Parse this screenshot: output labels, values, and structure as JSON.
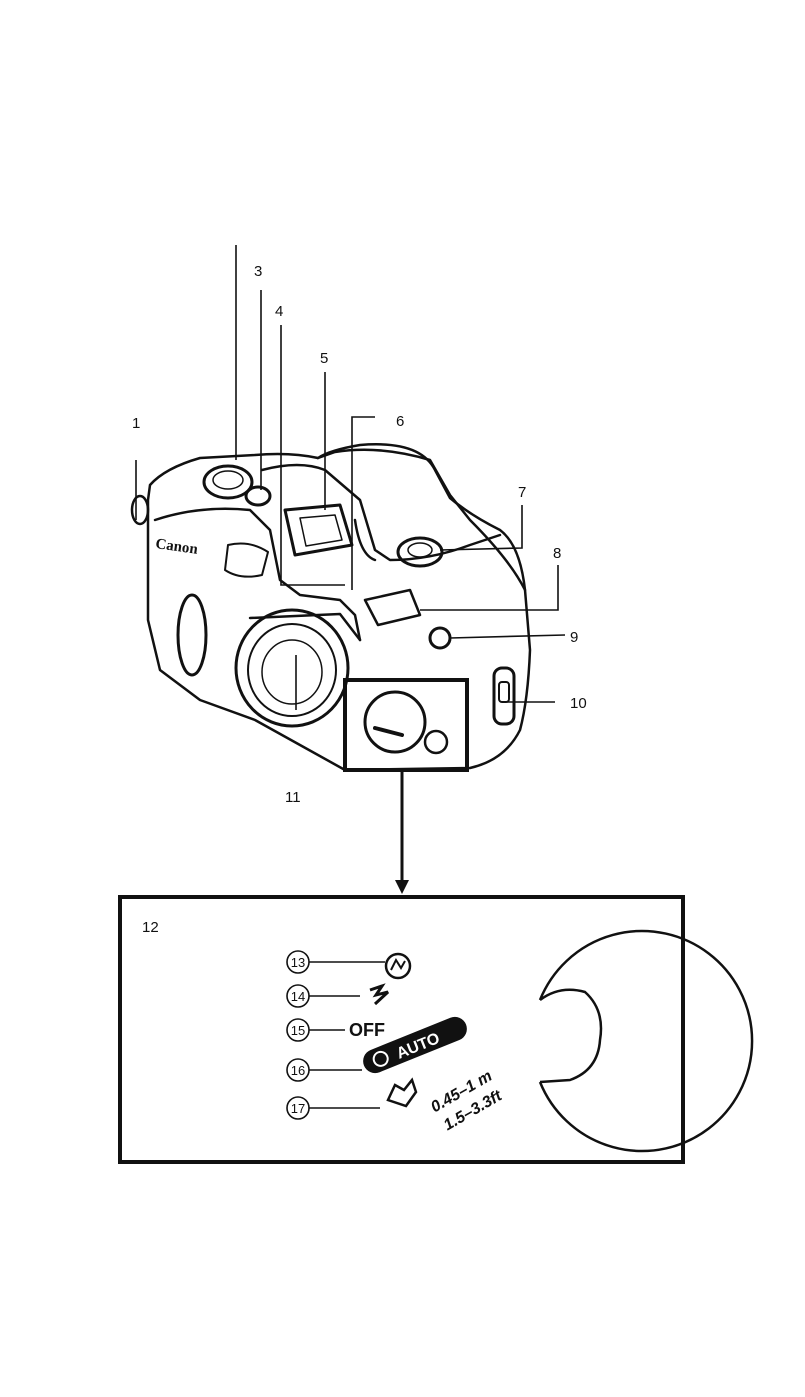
{
  "callouts": {
    "c1": "1",
    "c3": "3",
    "c4": "4",
    "c5": "5",
    "c6": "6",
    "c7": "7",
    "c8": "8",
    "c9": "9",
    "c10": "10",
    "c11": "11",
    "c12": "12",
    "c13": "13",
    "c14": "14",
    "c15": "15",
    "c16": "16",
    "c17": "17"
  },
  "camera": {
    "brand": "Canon"
  },
  "dial": {
    "off": "OFF",
    "auto": "AUTO",
    "range_metric": "0.45–1 m",
    "range_imperial": "1.5–3.3ft"
  },
  "colors": {
    "ink": "#111111",
    "paper": "#ffffff"
  }
}
